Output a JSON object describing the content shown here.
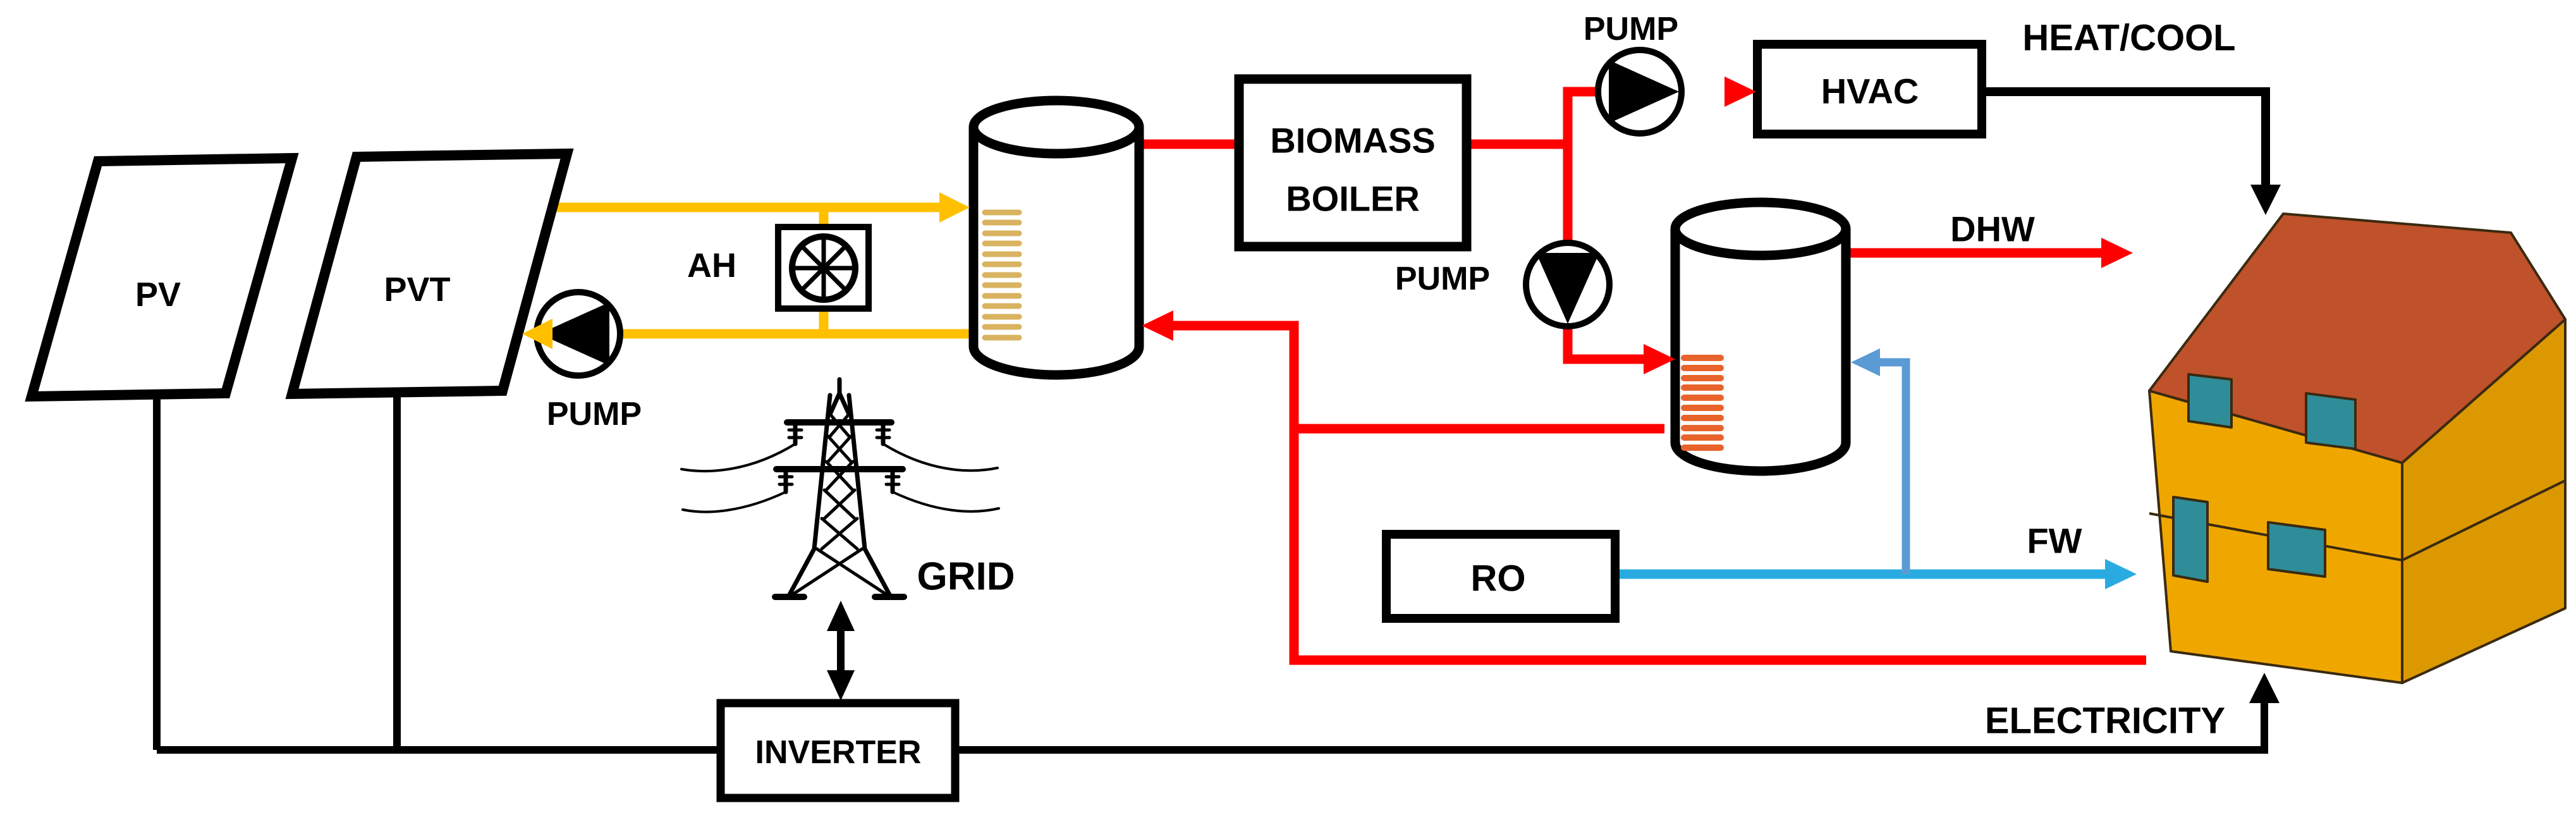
{
  "diagram": {
    "title": "Hybrid renewable energy system diagram",
    "labels": {
      "pv": "PV",
      "pvt": "PVT",
      "pump_solar": "PUMP",
      "ah": "AH",
      "grid": "GRID",
      "inverter": "INVERTER",
      "biomass_line1": "BIOMASS",
      "biomass_line2": "BOILER",
      "pump_hvac": "PUMP",
      "hvac": "HVAC",
      "heat_cool": "HEAT/COOL",
      "pump_dhw": "PUMP",
      "dhw": "DHW",
      "fw": "FW",
      "ro": "RO",
      "electricity": "ELECTRICITY"
    },
    "colors": {
      "solar": "#FFC000",
      "hot": "#FF0000",
      "fresh": "#29ABE2",
      "fresh_arrow": "#5B9BD5",
      "coil1": "#D9B360",
      "coil2": "#E8632C",
      "wall": "#EFA700",
      "wall_dark": "#DB9800",
      "roof": "#BF512B",
      "window": "#2E8D98",
      "black": "#000000"
    }
  }
}
